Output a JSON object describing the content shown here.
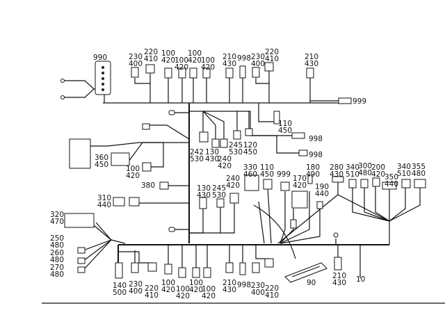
{
  "diagram": {
    "callouts": [
      {
        "id": "c1",
        "lines": [
          "990"
        ]
      },
      {
        "id": "c2",
        "lines": [
          "230",
          "400"
        ]
      },
      {
        "id": "c3",
        "lines": [
          "220",
          "410"
        ]
      },
      {
        "id": "c4",
        "lines": [
          "100",
          "420"
        ]
      },
      {
        "id": "c5",
        "lines": [
          "100",
          "420"
        ]
      },
      {
        "id": "c6",
        "lines": [
          "100",
          "420"
        ]
      },
      {
        "id": "c7",
        "lines": [
          "100",
          "420"
        ]
      },
      {
        "id": "c8",
        "lines": [
          "210",
          "430"
        ]
      },
      {
        "id": "c9",
        "lines": [
          "998"
        ]
      },
      {
        "id": "c10",
        "lines": [
          "230",
          "400"
        ]
      },
      {
        "id": "c11",
        "lines": [
          "220",
          "410"
        ]
      },
      {
        "id": "c12",
        "lines": [
          "210",
          "430"
        ]
      },
      {
        "id": "c13",
        "lines": [
          "999"
        ]
      },
      {
        "id": "c14",
        "lines": [
          "110",
          "450"
        ]
      },
      {
        "id": "c15",
        "lines": [
          "998"
        ]
      },
      {
        "id": "c16",
        "lines": [
          "998"
        ]
      },
      {
        "id": "c17",
        "lines": [
          "242",
          "530"
        ]
      },
      {
        "id": "c18",
        "lines": [
          "130",
          "430"
        ]
      },
      {
        "id": "c19",
        "lines": [
          "240",
          "420"
        ]
      },
      {
        "id": "c20",
        "lines": [
          "245",
          "530"
        ]
      },
      {
        "id": "c21",
        "lines": [
          "120",
          "450"
        ]
      },
      {
        "id": "c22",
        "lines": [
          "360",
          "450"
        ]
      },
      {
        "id": "c23",
        "lines": [
          "100",
          "420"
        ]
      },
      {
        "id": "c24",
        "lines": [
          "380"
        ]
      },
      {
        "id": "c25",
        "lines": [
          "310",
          "440"
        ]
      },
      {
        "id": "c26",
        "lines": [
          "130",
          "430"
        ]
      },
      {
        "id": "c27",
        "lines": [
          "245",
          "530"
        ]
      },
      {
        "id": "c28",
        "lines": [
          "240",
          "420"
        ]
      },
      {
        "id": "c29",
        "lines": [
          "330",
          "460"
        ]
      },
      {
        "id": "c30",
        "lines": [
          "110",
          "450"
        ]
      },
      {
        "id": "c31",
        "lines": [
          "999"
        ]
      },
      {
        "id": "c32",
        "lines": [
          "180",
          "490"
        ]
      },
      {
        "id": "c33",
        "lines": [
          "170",
          "420"
        ]
      },
      {
        "id": "c34",
        "lines": [
          "190",
          "440"
        ]
      },
      {
        "id": "c35",
        "lines": [
          "280",
          "430"
        ]
      },
      {
        "id": "c36",
        "lines": [
          "340",
          "510"
        ]
      },
      {
        "id": "c37",
        "lines": [
          "300",
          "480"
        ]
      },
      {
        "id": "c38",
        "lines": [
          "200",
          "420"
        ]
      },
      {
        "id": "c39",
        "lines": [
          "340",
          "510"
        ]
      },
      {
        "id": "c40",
        "lines": [
          "355",
          "480"
        ]
      },
      {
        "id": "c41",
        "lines": [
          "350",
          "440"
        ]
      },
      {
        "id": "c42",
        "lines": [
          "320",
          "470"
        ]
      },
      {
        "id": "c43",
        "lines": [
          "250",
          "480"
        ]
      },
      {
        "id": "c44",
        "lines": [
          "260",
          "480"
        ]
      },
      {
        "id": "c45",
        "lines": [
          "270",
          "480"
        ]
      },
      {
        "id": "c46",
        "lines": [
          "140",
          "500"
        ]
      },
      {
        "id": "c47",
        "lines": [
          "230",
          "400"
        ]
      },
      {
        "id": "c48",
        "lines": [
          "220",
          "410"
        ]
      },
      {
        "id": "c49",
        "lines": [
          "100",
          "420"
        ]
      },
      {
        "id": "c50",
        "lines": [
          "100",
          "420"
        ]
      },
      {
        "id": "c51",
        "lines": [
          "100",
          "420"
        ]
      },
      {
        "id": "c52",
        "lines": [
          "100",
          "420"
        ]
      },
      {
        "id": "c53",
        "lines": [
          "210",
          "430"
        ]
      },
      {
        "id": "c54",
        "lines": [
          "998"
        ]
      },
      {
        "id": "c55",
        "lines": [
          "230",
          "400"
        ]
      },
      {
        "id": "c56",
        "lines": [
          "220",
          "410"
        ]
      },
      {
        "id": "c57",
        "lines": [
          "90"
        ]
      },
      {
        "id": "c58",
        "lines": [
          "210",
          "430"
        ]
      },
      {
        "id": "c59",
        "lines": [
          "10"
        ]
      }
    ]
  }
}
